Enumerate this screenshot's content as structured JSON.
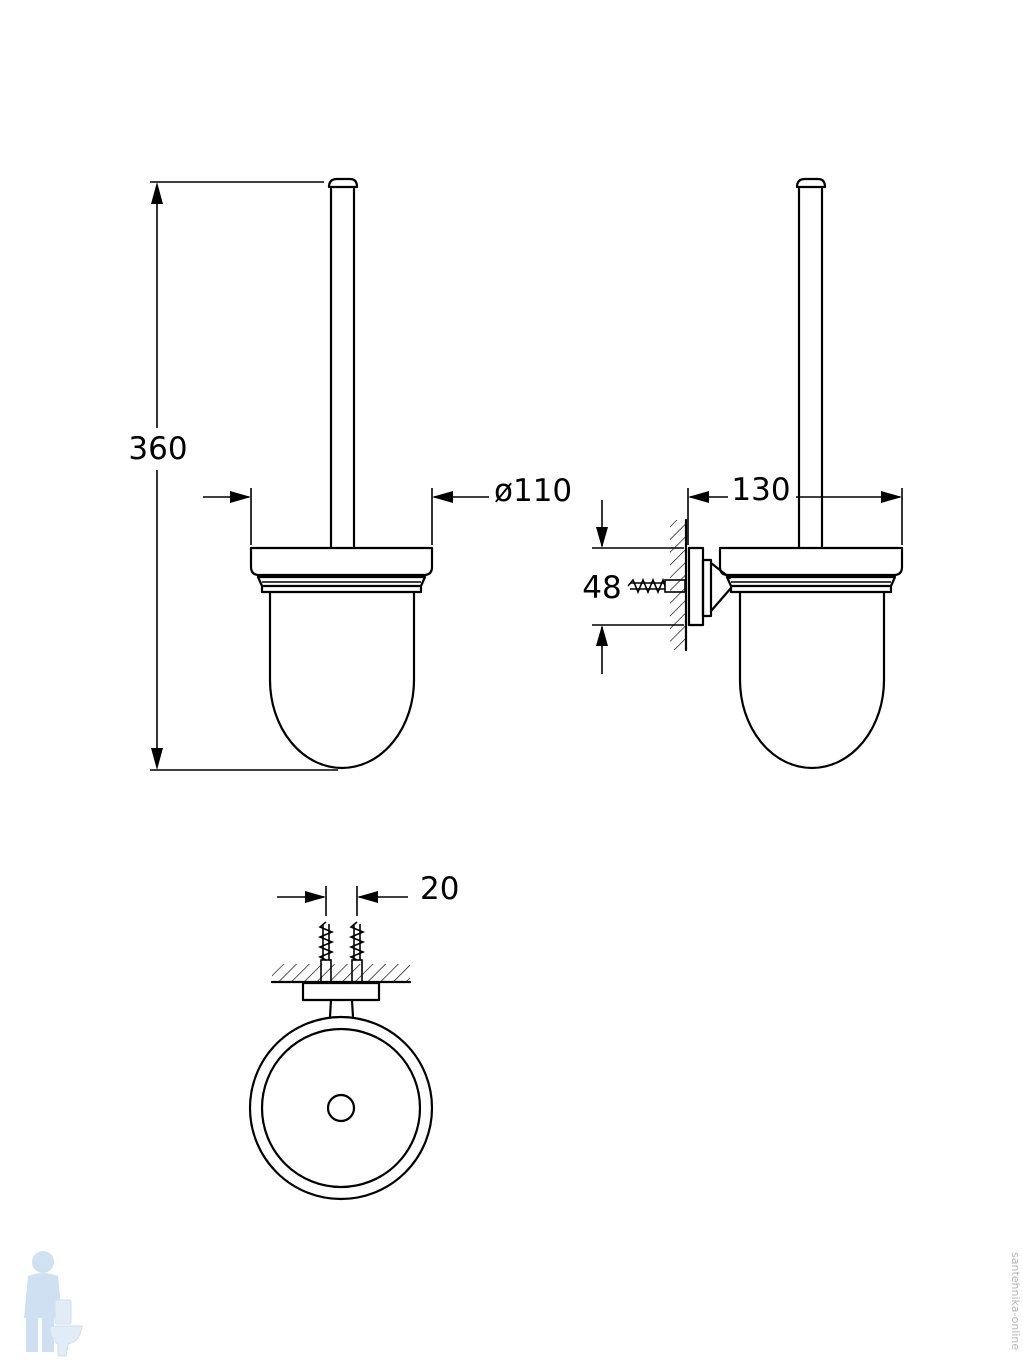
{
  "dimensions": {
    "height": "360",
    "diameter": "ø110",
    "depth": "130",
    "mount_height": "48",
    "screw_spacing": "20"
  },
  "colors": {
    "line": "#000000",
    "background": "#ffffff",
    "watermark": "#a9c8e8"
  },
  "watermark": {
    "logo_icon": "plumber-with-toilet-icon",
    "side_text": "santehnika-online"
  }
}
